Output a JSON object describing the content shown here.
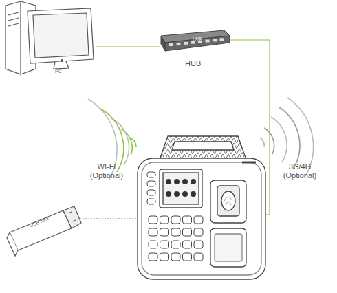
{
  "diagram": {
    "nodes": [
      {
        "text": [
          "PC"
        ]
      },
      {
        "text": [
          "HUB",
          "HUB"
        ]
      },
      {
        "text": [
          "USB KEY"
        ]
      }
    ],
    "edges": [
      {
        "from": 0,
        "to": 1,
        "arrow": "none"
      }
    ],
    "labels": [
      "WI-FI (Optional)",
      "3G/4G (Optional)"
    ]
  }
}
